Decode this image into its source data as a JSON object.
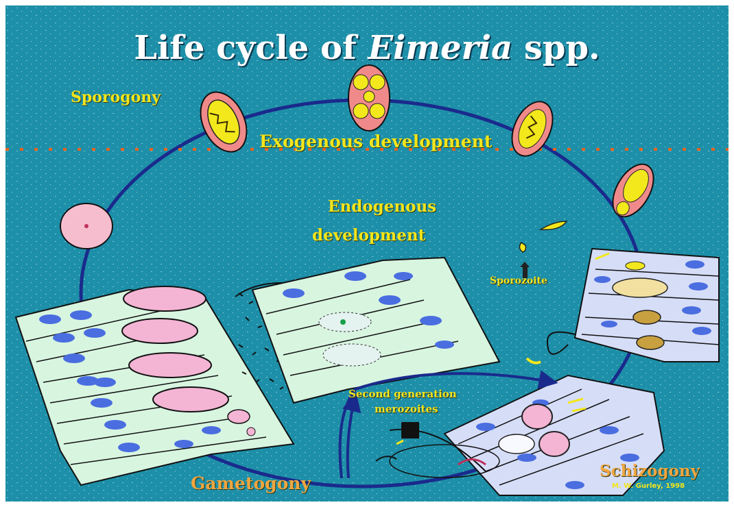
{
  "title": {
    "prefix": "Life cycle of ",
    "italic": "Eimeria",
    "suffix": " spp."
  },
  "labels": {
    "sporogony": "Sporogony",
    "exogenous": "Exogenous development",
    "endogenous_line1": "Endogenous",
    "endogenous_line2": "development",
    "sporozoite": "Sporozoite",
    "merozoites_line1": "Second generation",
    "merozoites_line2": "merozoites",
    "schizogony": "Schizogony",
    "gametogony": "Gametogony",
    "credit": "M. W. Gurley, 1998"
  },
  "colors": {
    "background": "#1e8fa8",
    "cycle_arrow": "#1a2a8c",
    "divider": "#e8641e",
    "oocyst_fill": "#f08a8a",
    "sporocyst_fill": "#f2e81c",
    "host_cell": "#d8f5e0",
    "host_cell_blue": "#d6ddf7",
    "nucleus": "#4a6ee0",
    "gamont": "#f4b4d4"
  }
}
